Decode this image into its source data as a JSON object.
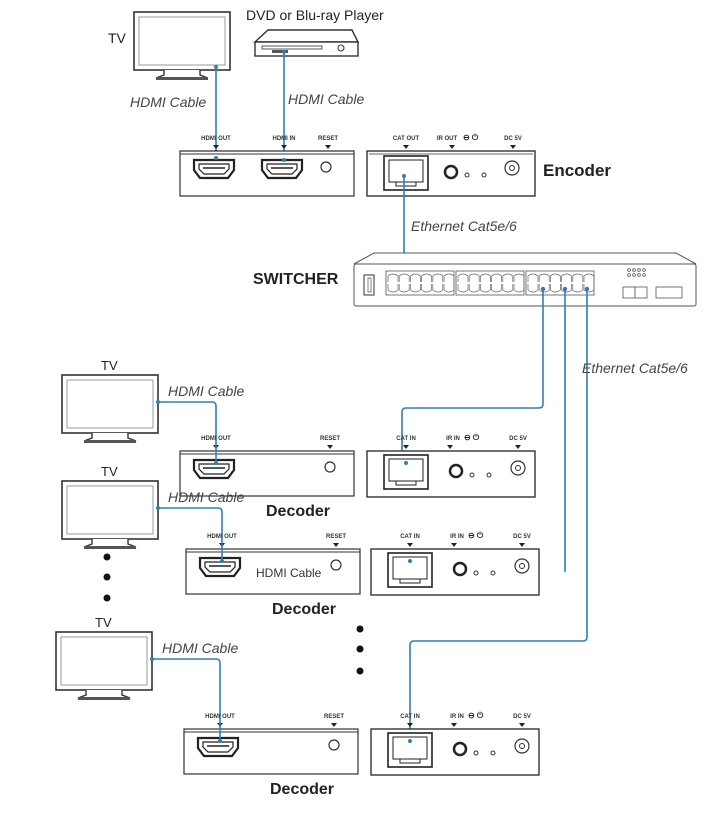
{
  "colors": {
    "cable": "#2f7fb5",
    "outline": "#333333"
  },
  "top": {
    "tv_label": "TV",
    "player_label": "DVD or Blu-ray Player",
    "hdmi_cable_1": "HDMI Cable",
    "hdmi_cable_2": "HDMI Cable"
  },
  "encoder": {
    "title": "Encoder",
    "left_panel": {
      "hdmi_out": "HDMI OUT",
      "hdmi_in": "HDMI IN",
      "reset": "RESET"
    },
    "right_panel": {
      "cat_out": "CAT OUT",
      "ir_out": "IR OUT",
      "dc": "DC 5V"
    }
  },
  "ethernet_label_1": "Ethernet Cat5e/6",
  "switcher": {
    "title": "SWITCHER"
  },
  "ethernet_label_2": "Ethernet Cat5e/6",
  "decoders": [
    {
      "title": "Decoder",
      "tv_label": "TV",
      "hdmi_cable": "HDMI Cable",
      "hdmi_out": "HDMI OUT",
      "reset": "RESET",
      "cat_in": "CAT IN",
      "ir_in": "IR IN",
      "dc": "DC 5V"
    },
    {
      "title": "Decoder",
      "tv_label": "TV",
      "hdmi_cable": "HDMI Cable",
      "inner_label": "HDMI Cable",
      "hdmi_out": "HDMI OUT",
      "reset": "RESET",
      "cat_in": "CAT IN",
      "ir_in": "IR IN",
      "dc": "DC 5V"
    },
    {
      "title": "Decoder",
      "tv_label": "TV",
      "hdmi_cable": "HDMI Cable",
      "hdmi_out": "HDMI OUT",
      "reset": "RESET",
      "cat_in": "CAT IN",
      "ir_in": "IR IN",
      "dc": "DC 5V"
    }
  ]
}
